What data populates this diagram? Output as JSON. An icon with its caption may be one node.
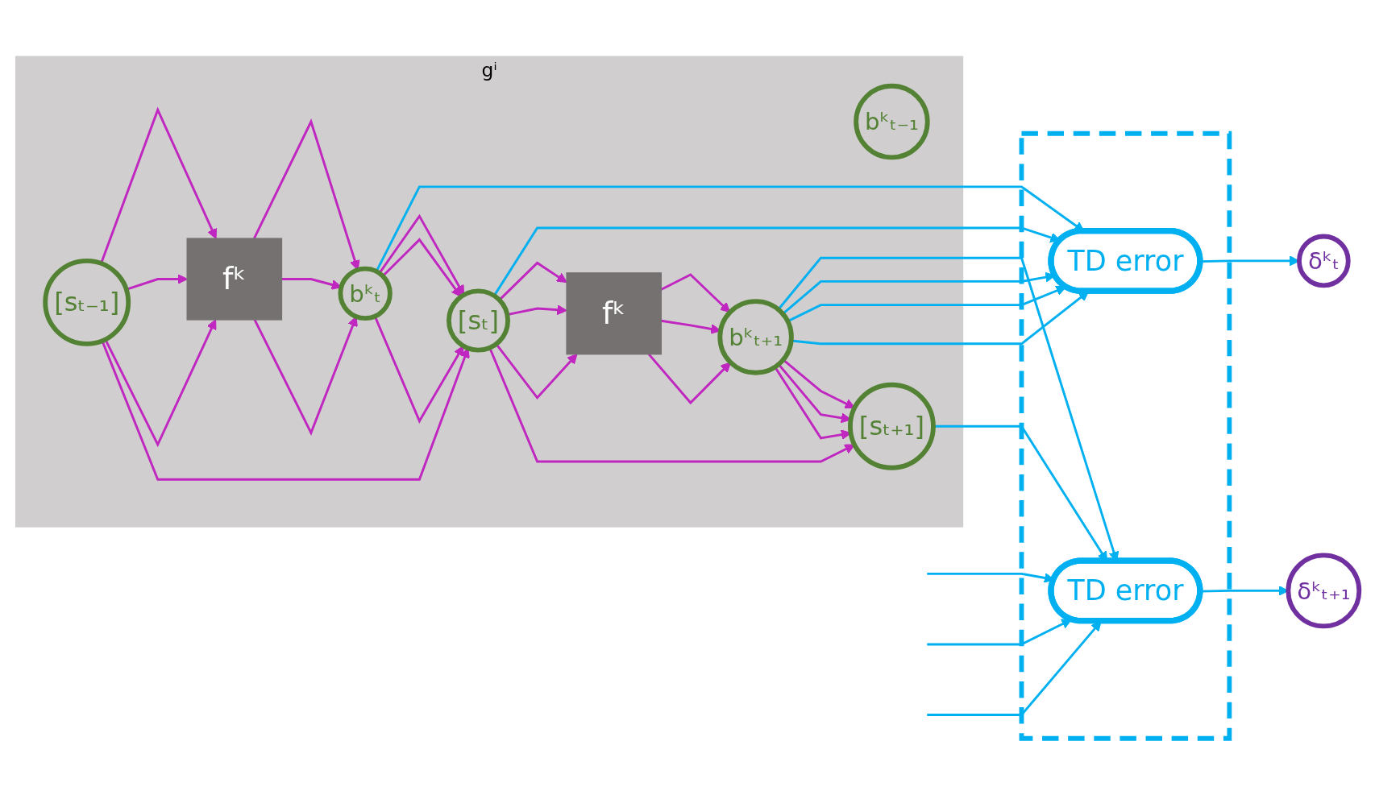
{
  "diagram": {
    "nodes": [
      {
        "text": [
          "gⁱ"
        ]
      },
      {
        "text": [
          "[sₜ₋₁]"
        ],
        "in": 0
      },
      {
        "text": [
          "bᵏₜ₋₁"
        ],
        "in": 0
      },
      {
        "text": [
          "fᵏ"
        ],
        "in": 0
      },
      {
        "text": [
          "[sₜ]"
        ],
        "in": 0
      },
      {
        "text": [
          "bᵏₜ"
        ],
        "in": 0
      },
      {
        "text": [
          "fᵏ"
        ],
        "in": 0
      },
      {
        "text": [
          "[sₜ₊₁]"
        ],
        "in": 0
      },
      {
        "text": [
          "bᵏₜ₊₁"
        ],
        "in": 0
      },
      {
        "text": [],
        "shape": "box"
      },
      {
        "text": [
          "TD error"
        ],
        "in": 9
      },
      {
        "text": [
          "TD error"
        ],
        "in": 9
      },
      {
        "text": [
          "δᵏₜ"
        ]
      },
      {
        "text": [
          "δᵏₜ₊₁"
        ]
      }
    ],
    "edges": [
      {
        "from": 1,
        "to": 4,
        "arrow": "to"
      },
      {
        "from": 1,
        "to": 3,
        "arrow": "to"
      },
      {
        "from": 1,
        "to": 3,
        "arrow": "to"
      },
      {
        "from": 1,
        "to": 3,
        "arrow": "to"
      },
      {
        "from": 3,
        "to": 5,
        "arrow": "to"
      },
      {
        "from": 3,
        "to": 5,
        "arrow": "to"
      },
      {
        "from": 3,
        "to": 5,
        "arrow": "to"
      },
      {
        "from": 5,
        "to": 4,
        "arrow": "to"
      },
      {
        "from": 5,
        "to": 4,
        "arrow": "to"
      },
      {
        "from": 5,
        "to": 4,
        "arrow": "to"
      },
      {
        "from": 4,
        "to": 7,
        "arrow": "to"
      },
      {
        "from": 4,
        "to": 6,
        "arrow": "to"
      },
      {
        "from": 4,
        "to": 6,
        "arrow": "to"
      },
      {
        "from": 4,
        "to": 6,
        "arrow": "to"
      },
      {
        "from": 6,
        "to": 8,
        "arrow": "to"
      },
      {
        "from": 6,
        "to": 8,
        "arrow": "to"
      },
      {
        "from": 6,
        "to": 8,
        "arrow": "to"
      },
      {
        "from": 8,
        "to": 7,
        "arrow": "to"
      },
      {
        "from": 8,
        "to": 7,
        "arrow": "to"
      },
      {
        "from": 8,
        "to": 7,
        "arrow": "to"
      },
      {
        "from": 4,
        "to": 10,
        "arrow": "to",
        "color": "#00b0f0"
      },
      {
        "from": 5,
        "to": 10,
        "arrow": "to",
        "color": "#00b0f0"
      },
      {
        "from": 8,
        "to": 10,
        "arrow": "to",
        "color": "#00b0f0"
      },
      {
        "from": 8,
        "to": 10,
        "arrow": "to",
        "color": "#00b0f0"
      },
      {
        "from": 8,
        "to": 10,
        "arrow": "to",
        "color": "#00b0f0"
      },
      {
        "from": 7,
        "to": 11,
        "arrow": "to",
        "color": "#00b0f0"
      },
      {
        "from": 8,
        "to": 11,
        "arrow": "to",
        "color": "#00b0f0"
      },
      {
        "from": null,
        "to": 11,
        "arrow": "to",
        "color": "#00b0f0"
      },
      {
        "from": null,
        "to": 11,
        "arrow": "to",
        "color": "#00b0f0"
      },
      {
        "from": null,
        "to": 11,
        "arrow": "to",
        "color": "#00b0f0"
      },
      {
        "from": 10,
        "to": 12,
        "arrow": "to",
        "color": "#00b0f0"
      },
      {
        "from": 11,
        "to": 13,
        "arrow": "to",
        "color": "#00b0f0"
      }
    ]
  }
}
